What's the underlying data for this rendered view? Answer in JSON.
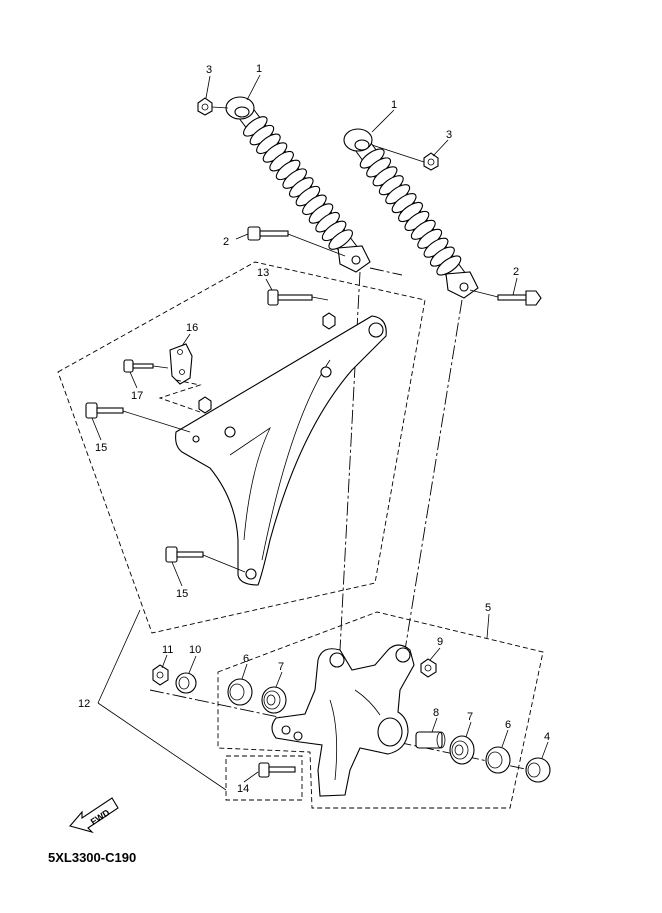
{
  "diagram_code": "5XL3300-C190",
  "fwd_label": "FWD",
  "callouts": {
    "shock_left": "1",
    "shock_right": "1",
    "nut_left": "3",
    "nut_right": "3",
    "bolt_left": "2",
    "bolt_right": "2",
    "bolt_13": "13",
    "bracket_16": "16",
    "bolt_17": "17",
    "bolt_15_top": "15",
    "bolt_15_bottom": "15",
    "assembly_5": "5",
    "nut_9": "9",
    "nut_11": "11",
    "collar_10": "10",
    "seal_6_left": "6",
    "bearing_7_left": "7",
    "collar_8": "8",
    "bearing_7_right": "7",
    "seal_6_right": "6",
    "washer_4": "4",
    "group_12": "12",
    "bolt_14": "14"
  }
}
